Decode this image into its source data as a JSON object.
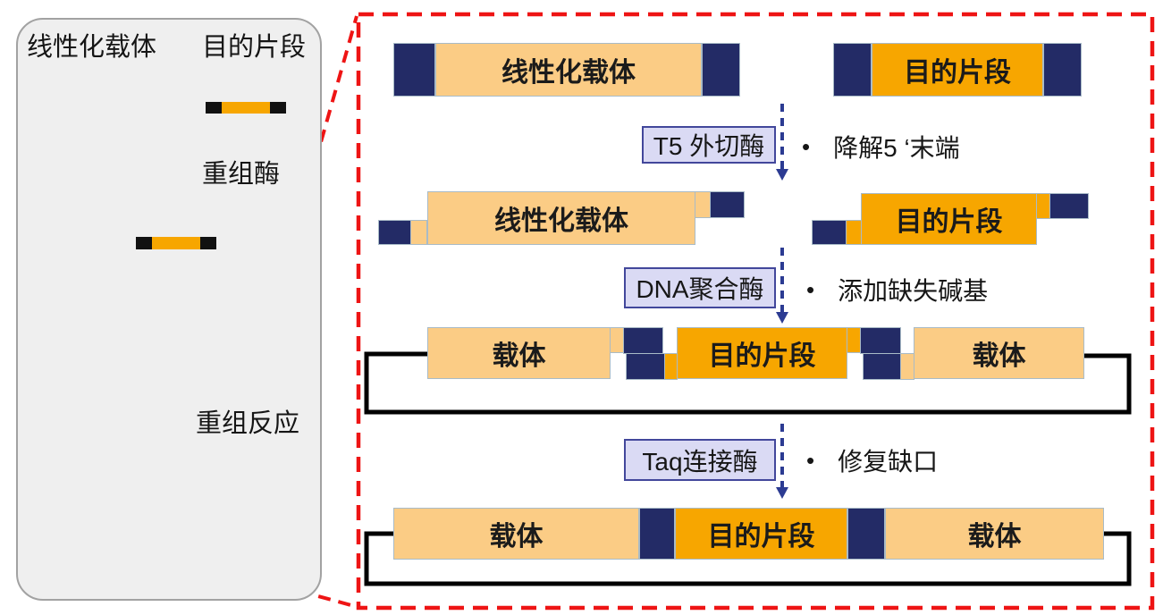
{
  "colors": {
    "pale_orange": "#FBCC85",
    "dark_orange": "#F7A600",
    "navy": "#232B66",
    "ring_edge_orange": "#F0A43C",
    "ring_fill_orange": "#FBCE8E",
    "lavender_box": "#DADAF4",
    "enzyme_box_border": "#42479B",
    "arrow_blue": "#2C3B92",
    "red_dashed": "#EE1414",
    "panel_gray": "#EFEFEF",
    "black": "#111111"
  },
  "left_panel": {
    "vector_label": "线性化载体",
    "fragment_label": "目的片段",
    "step1_label": "重组酶",
    "step2_label": "重组反应"
  },
  "detail_panel": {
    "row1": {
      "vector": "线性化载体",
      "fragment": "目的片段"
    },
    "step1": {
      "enzyme": "T5 外切酶",
      "bullet": "•",
      "note": "降解5 ‘末端"
    },
    "row2": {
      "vector": "线性化载体",
      "fragment": "目的片段"
    },
    "step2": {
      "enzyme": "DNA聚合酶",
      "bullet": "•",
      "note": "添加缺失碱基"
    },
    "row3": {
      "vector_left": "载体",
      "fragment": "目的片段",
      "vector_right": "载体"
    },
    "step3": {
      "enzyme": "Taq连接酶",
      "bullet": "•",
      "note": "修复缺口"
    },
    "row4": {
      "vector_left": "载体",
      "fragment": "目的片段",
      "vector_right": "载体"
    }
  }
}
